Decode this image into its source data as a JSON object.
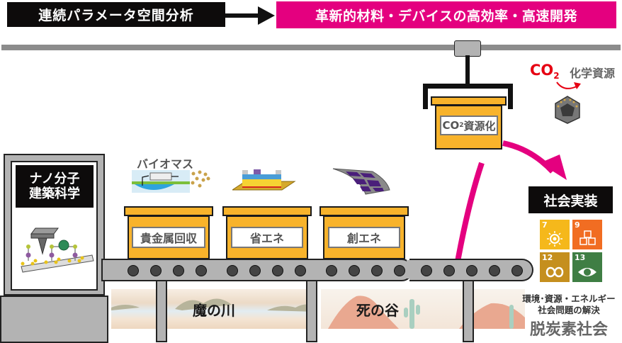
{
  "header": {
    "left_label": "連続パラメータ空間分析",
    "right_label": "革新的材料・デバイスの高効率・高速開発",
    "arrow": "right-arrow-icon",
    "right_color": "#e4007f"
  },
  "station": {
    "title_line1": "ナノ分子",
    "title_line2": "建築科学",
    "illustration": "afm-tip-molecule-icon"
  },
  "boxes": [
    {
      "label": "貴金属回収",
      "item_title": "バイオマス",
      "item_icon": "biomass-filter-icon"
    },
    {
      "label": "省エネ",
      "item_icon": "thin-film-device-icon"
    },
    {
      "label": "創エネ",
      "item_icon": "flexible-solar-cell-icon"
    }
  ],
  "hanging_box": {
    "label_prefix": "CO",
    "label_sub": "2",
    "label_suffix": "資源化"
  },
  "co2_resource": {
    "co2": "CO",
    "co2_sub": "2",
    "label": "化学資源",
    "icon": "catalyst-polyhedron-icon",
    "co2_color": "#e60012"
  },
  "terrain": {
    "river_label": "魔の川",
    "valley_label": "死の谷"
  },
  "outcome": {
    "title": "社会実装",
    "sdgs": [
      {
        "number": "7",
        "color": "#f5b81b",
        "icon": "sun-icon"
      },
      {
        "number": "9",
        "color": "#f16d22",
        "icon": "cubes-icon"
      },
      {
        "number": "12",
        "color": "#c58f1e",
        "icon": "infinity-icon"
      },
      {
        "number": "13",
        "color": "#3f7e44",
        "icon": "eye-globe-icon"
      }
    ],
    "line1": "環境･資源・エネルギー",
    "line2": "社会問題の解決",
    "line3": "脱炭素社会"
  }
}
